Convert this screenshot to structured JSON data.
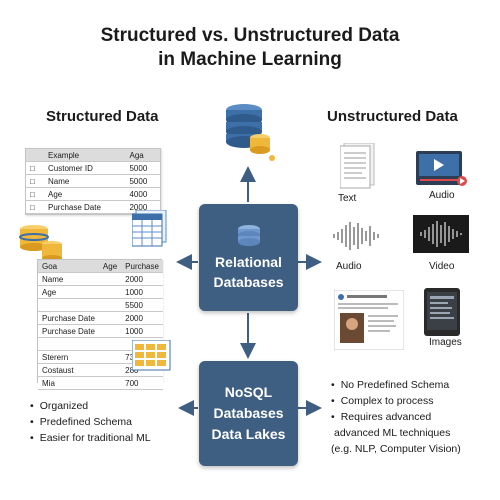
{
  "title": {
    "line1": "Structured vs. Unstructured Data",
    "line2": "in Machine Learning"
  },
  "structured": {
    "heading": "Structured Data",
    "table1": {
      "headers": [
        "Example",
        "Aga"
      ],
      "rows": [
        [
          "Customer ID",
          "5000"
        ],
        [
          "Name",
          "5000"
        ],
        [
          "Age",
          "4000"
        ],
        [
          "Purchase Date",
          "2000"
        ]
      ]
    },
    "table2": {
      "headers": [
        "Goa",
        "Age",
        "Purchase"
      ],
      "rows": [
        [
          "Name",
          "",
          "2000"
        ],
        [
          "Age",
          "",
          "1000"
        ],
        [
          "",
          "",
          "5500"
        ],
        [
          "Purchase Date",
          "",
          "2000"
        ],
        [
          "Purchase Date",
          "",
          "1000"
        ],
        [
          "",
          "",
          ""
        ],
        [
          "Sterern",
          "",
          "730"
        ],
        [
          "Costaust",
          "",
          "280"
        ],
        [
          "Mia",
          "",
          "700"
        ]
      ]
    },
    "bullets": [
      "Organized",
      "Predefined Schema",
      "Easier for traditional ML"
    ]
  },
  "unstructured": {
    "heading": "Unstructured Data",
    "items": {
      "text": "Text",
      "audio1": "Audio",
      "audio2": "Audio",
      "video": "Video",
      "images": "Images"
    },
    "bullets": [
      "No Predefined Schema",
      "Complex to process",
      "Requires advanced"
    ],
    "continuation": [
      "advanced ML techniques",
      "(e.g. NLP, Computer Vision)"
    ]
  },
  "center": {
    "relational": [
      "Relational",
      "Databases"
    ],
    "nosql": [
      "NoSQL",
      "Databases",
      "Data Lakes"
    ]
  },
  "colors": {
    "box": "#3f5f82",
    "db_blue": "#3d6fa8",
    "db_gold": "#f0b83a",
    "arrow": "#3f5f82"
  }
}
